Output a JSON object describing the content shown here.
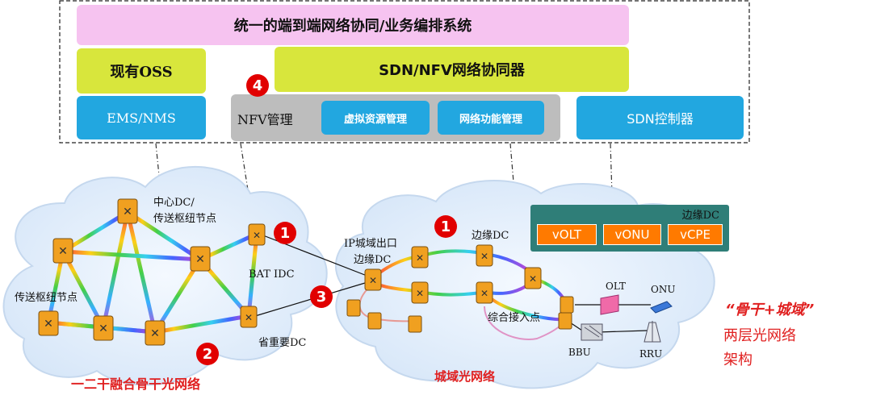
{
  "top": {
    "title": "统一的端到端网络协同/业务编排系统",
    "oss": "现有OSS",
    "sdn_nfv": "SDN/NFV网络协同器",
    "ems": "EMS/NMS",
    "nfv_mgmt": "NFV管理",
    "vres": "虚拟资源管理",
    "vfunc": "网络功能管理",
    "sdn_ctrl": "SDN控制器"
  },
  "markers": {
    "m1": "1",
    "m2": "2",
    "m3": "3",
    "m4": "4"
  },
  "left_cloud": {
    "center_dc": "中心DC/",
    "trans_hub1": "传送枢纽节点",
    "trans_hub2": "传送枢纽节点",
    "bat_idc": "BAT IDC",
    "prov_dc": "省重要DC",
    "caption": "一二干融合骨干光网络"
  },
  "right_cloud": {
    "ip_exit": "IP城域出口",
    "edge_dc1": "边缘DC",
    "edge_dc2": "边缘DC",
    "access_point": "综合接入点",
    "olt": "OLT",
    "onu": "ONU",
    "bbu": "BBU",
    "rru": "RRU",
    "caption": "城域光网络",
    "edge_box_title": "边缘DC",
    "vnfs": [
      "vOLT",
      "vONU",
      "vCPE"
    ]
  },
  "side_note": {
    "line1": "“骨干+城域”",
    "line2": "两层光网络",
    "line3": "架构"
  },
  "colors": {
    "blue": "#22a7e0",
    "green": "#d8e63c",
    "pink": "#f6c3f0",
    "red": "#e10000",
    "orange": "#ff7a00",
    "teal_box": "#2f7e78"
  }
}
